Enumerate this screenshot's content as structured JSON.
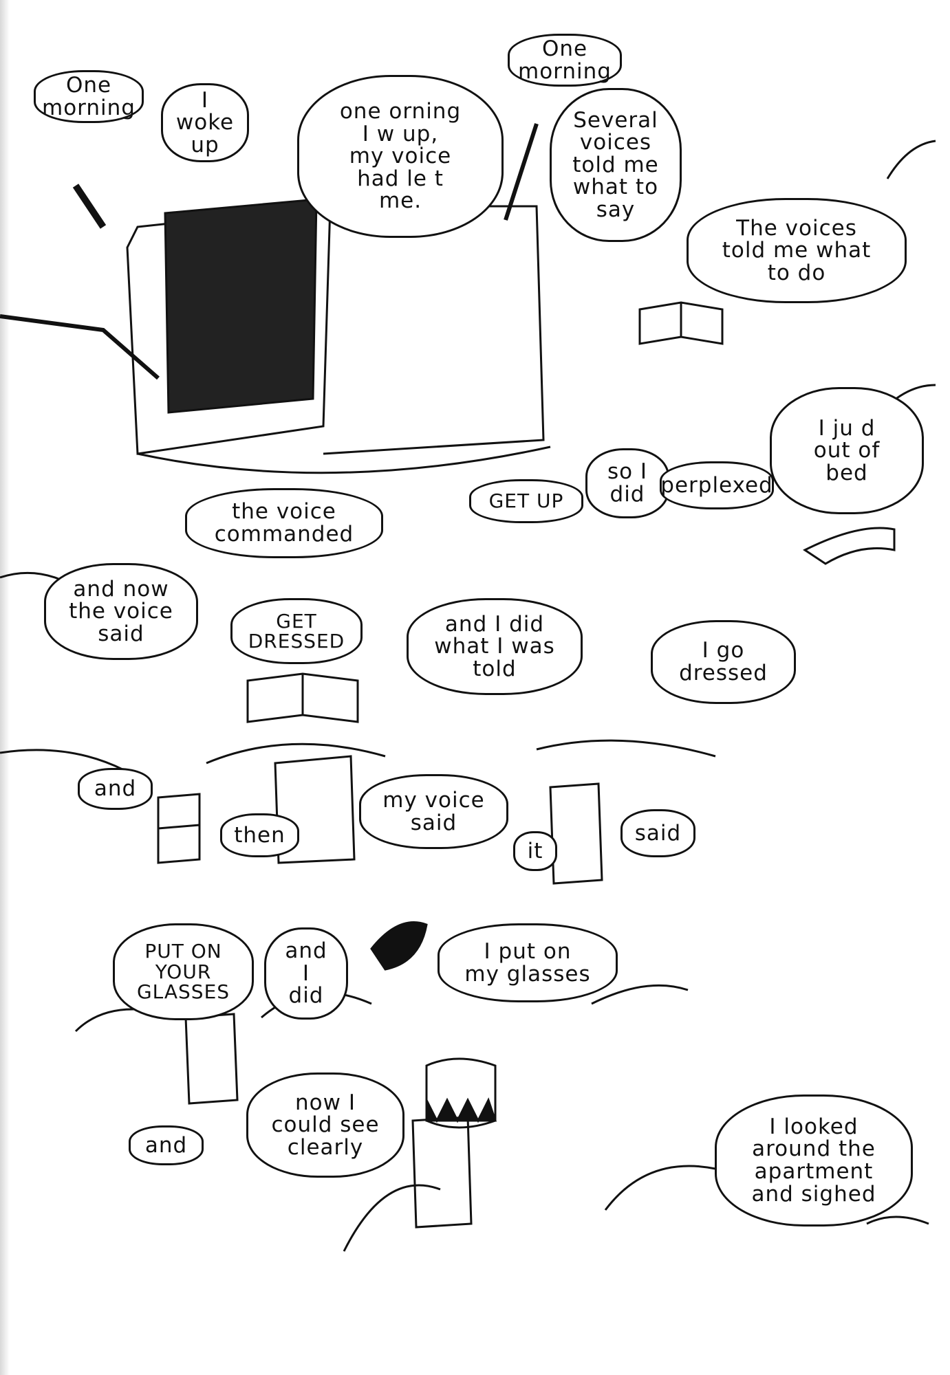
{
  "page": {
    "bubbles": [
      {
        "id": "one-morning-1",
        "lines": [
          "One",
          "morning"
        ]
      },
      {
        "id": "i-woke-up",
        "lines": [
          "I",
          "woke",
          "up"
        ]
      },
      {
        "id": "voice-had-left",
        "lines": [
          "one  orning",
          "I w    up,",
          "my voice",
          "had le t",
          "me."
        ]
      },
      {
        "id": "one-morning-2",
        "lines": [
          "One",
          "morning"
        ]
      },
      {
        "id": "several-voices",
        "lines": [
          "Several",
          "voices",
          "told me",
          "what to",
          "say"
        ]
      },
      {
        "id": "voices-told-me",
        "lines": [
          "The voices",
          "told me what",
          "to do"
        ]
      },
      {
        "id": "voice-commanded",
        "lines": [
          "the voice",
          "commanded"
        ]
      },
      {
        "id": "get-up",
        "lines": [
          "GET UP"
        ]
      },
      {
        "id": "so-i-did",
        "lines": [
          "so I",
          "did"
        ]
      },
      {
        "id": "perplexed",
        "lines": [
          "perplexed"
        ]
      },
      {
        "id": "jumped-out-of-bed",
        "lines": [
          "I ju     d",
          "out of",
          "bed"
        ]
      },
      {
        "id": "and-now-voice-said",
        "lines": [
          "and now",
          "the voice",
          "said"
        ]
      },
      {
        "id": "get-dressed",
        "lines": [
          "GET",
          "DRESSED"
        ]
      },
      {
        "id": "did-what-told",
        "lines": [
          "and I did",
          "what I was",
          "told"
        ]
      },
      {
        "id": "got-dressed",
        "lines": [
          "I go",
          "dressed"
        ]
      },
      {
        "id": "and-1",
        "lines": [
          "and"
        ]
      },
      {
        "id": "then",
        "lines": [
          "then"
        ]
      },
      {
        "id": "my-voice-said",
        "lines": [
          "my voice",
          "said"
        ]
      },
      {
        "id": "it",
        "lines": [
          "it"
        ]
      },
      {
        "id": "said",
        "lines": [
          "said"
        ]
      },
      {
        "id": "put-on-glasses",
        "lines": [
          "PUT ON",
          "YOUR",
          "GLASSES"
        ]
      },
      {
        "id": "and-i-did",
        "lines": [
          "and",
          "I",
          "did"
        ]
      },
      {
        "id": "i-put-on-glasses",
        "lines": [
          "I put on",
          "my glasses"
        ]
      },
      {
        "id": "and-2",
        "lines": [
          "and"
        ]
      },
      {
        "id": "see-clearly",
        "lines": [
          "now I",
          "could see",
          "clearly"
        ]
      },
      {
        "id": "looked-around",
        "lines": [
          "I looked",
          "around the",
          "apartment",
          "and sighed"
        ]
      }
    ]
  }
}
